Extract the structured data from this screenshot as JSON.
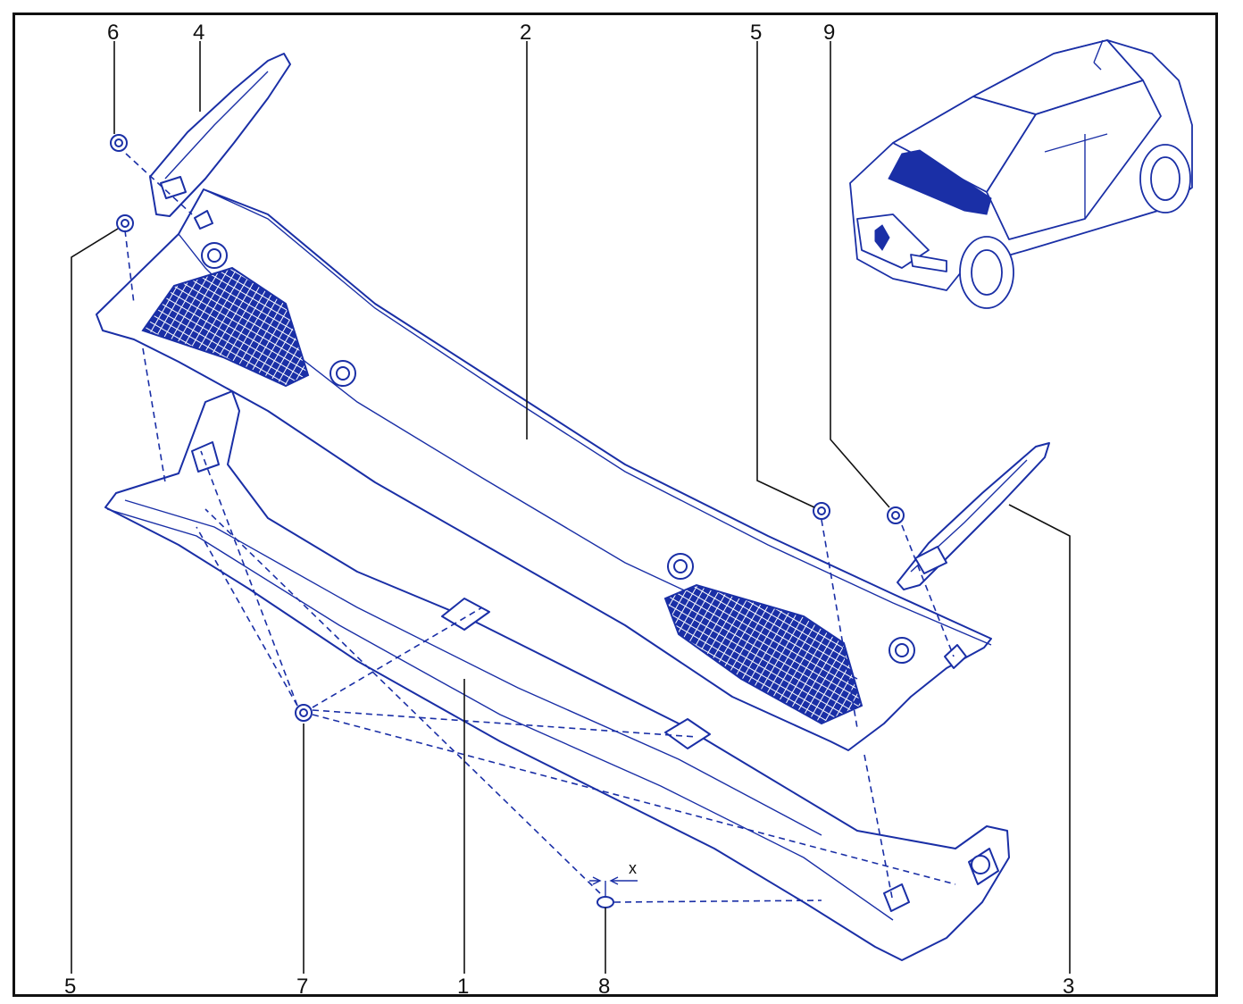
{
  "diagram": {
    "callouts": [
      {
        "id": "6",
        "label": "6"
      },
      {
        "id": "4",
        "label": "4"
      },
      {
        "id": "2",
        "label": "2"
      },
      {
        "id": "5a",
        "label": "5"
      },
      {
        "id": "9",
        "label": "9"
      },
      {
        "id": "5b",
        "label": "5"
      },
      {
        "id": "7",
        "label": "7"
      },
      {
        "id": "1",
        "label": "1"
      },
      {
        "id": "8",
        "label": "8"
      },
      {
        "id": "3",
        "label": "3"
      }
    ],
    "dimension_label": "x",
    "colors": {
      "line_art": "#1a2fa6",
      "text": "#111111",
      "frame": "#111111"
    }
  }
}
